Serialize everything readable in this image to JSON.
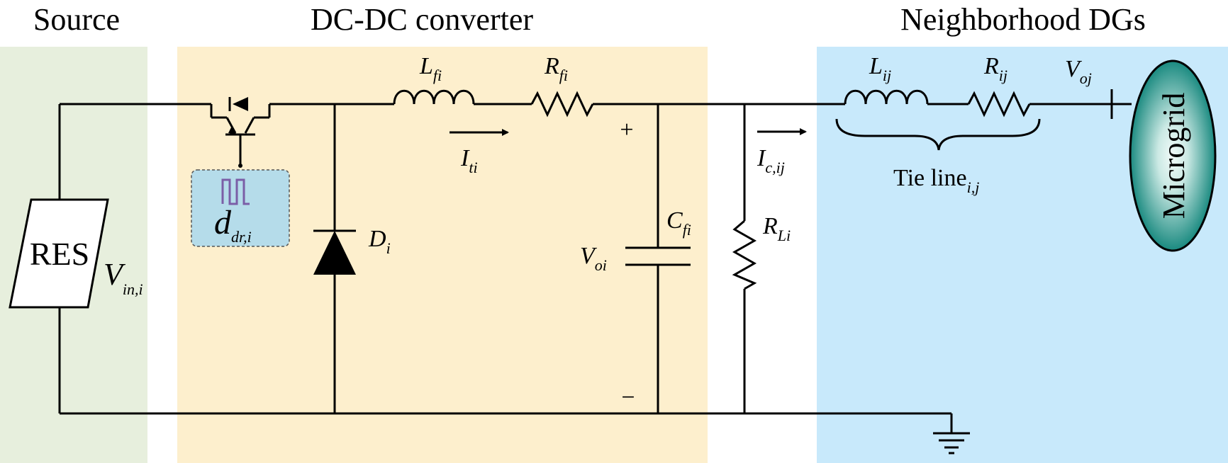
{
  "sections": {
    "source": {
      "title": "Source",
      "color": "#e7efdd"
    },
    "converter": {
      "title": "DC-DC converter",
      "color": "#fdefcd"
    },
    "neighborhood": {
      "title": "Neighborhood DGs",
      "color": "#c8e9fb"
    }
  },
  "components": {
    "res": "RES",
    "vin": {
      "main": "V",
      "sub": "in,i"
    },
    "duty": {
      "main": "d",
      "sub": "dr,i"
    },
    "diode": {
      "main": "D",
      "sub": "i"
    },
    "lf": {
      "main": "L",
      "sub": "fi"
    },
    "rf": {
      "main": "R",
      "sub": "fi"
    },
    "it": {
      "main": "I",
      "sub": "ti"
    },
    "plus": "+",
    "minus": "−",
    "cf": {
      "main": "C",
      "sub": "fi"
    },
    "voi": {
      "main": "V",
      "sub": "oi"
    },
    "rl": {
      "main": "R",
      "sub": "Li"
    },
    "ic": {
      "main": "I",
      "sub": "c,ij"
    },
    "lij": {
      "main": "L",
      "sub": "ij"
    },
    "rij": {
      "main": "R",
      "sub": "ij"
    },
    "voj": {
      "main": "V",
      "sub": "oj"
    },
    "tieline": {
      "main": "Tie line",
      "sub": "i,j"
    },
    "microgrid": "Microgrid"
  },
  "colors": {
    "pwm_box": "#b5dcea",
    "pwm_wave": "#7b5ea7",
    "microgrid_fill": "#1a8a80",
    "microgrid_glow": "#e8f5f2"
  }
}
